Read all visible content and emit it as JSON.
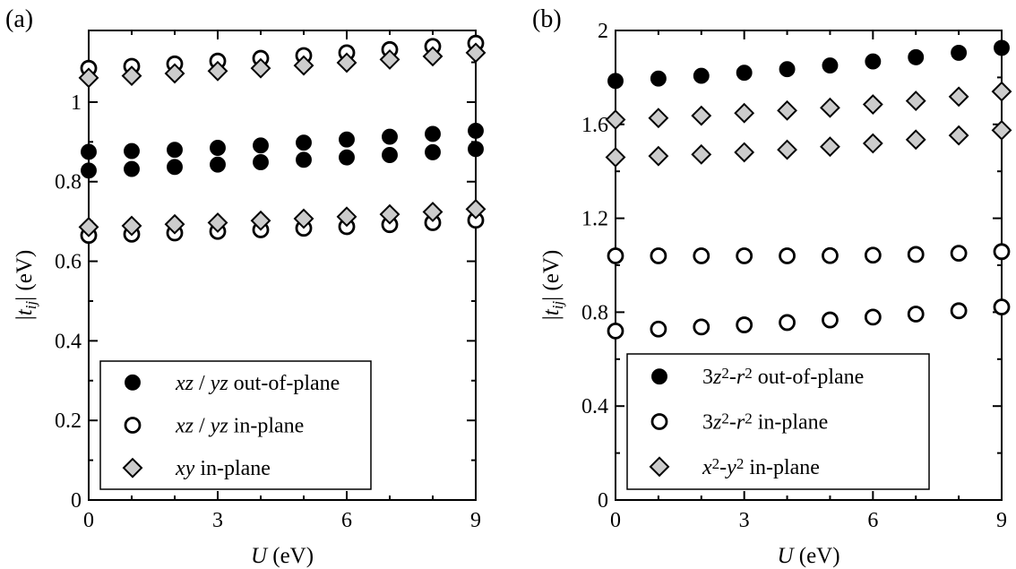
{
  "chart_data": [
    {
      "type": "scatter",
      "panel_label": "(a)",
      "xlabel": {
        "var": "U",
        "unit": " (eV)"
      },
      "ylabel": {
        "pre": "|",
        "var": "t",
        "sub": "ij",
        "post": "| (eV)"
      },
      "xlim": [
        0,
        9
      ],
      "ylim": [
        0,
        1.18
      ],
      "xticks": [
        0,
        3,
        6,
        9
      ],
      "yticks": [
        0,
        0.2,
        0.4,
        0.6,
        0.8,
        1
      ],
      "ytick_labels": [
        "0",
        "0.2",
        "0.4",
        "0.6",
        "0.8",
        "1"
      ],
      "legend_position": "bottom-left",
      "series": [
        {
          "marker": "filled-circle",
          "color": "#000000",
          "legend": [
            {
              "t": "xz",
              "i": true
            },
            {
              "t": " / ",
              "i": false
            },
            {
              "t": "yz",
              "i": true
            },
            {
              "t": " out-of-plane",
              "i": false
            }
          ],
          "x": [
            0,
            1,
            2,
            3,
            4,
            5,
            6,
            7,
            8,
            9
          ],
          "y": [
            0.875,
            0.877,
            0.88,
            0.885,
            0.891,
            0.898,
            0.906,
            0.913,
            0.92,
            0.928
          ]
        },
        {
          "marker": "filled-circle",
          "color": "#000000",
          "legend": null,
          "x": [
            0,
            1,
            2,
            3,
            4,
            5,
            6,
            7,
            8,
            9
          ],
          "y": [
            0.828,
            0.832,
            0.837,
            0.843,
            0.849,
            0.855,
            0.861,
            0.867,
            0.874,
            0.882
          ]
        },
        {
          "marker": "open-circle",
          "color": "#000000",
          "legend": [
            {
              "t": "xz",
              "i": true
            },
            {
              "t": " / ",
              "i": false
            },
            {
              "t": "yz",
              "i": true
            },
            {
              "t": " in-plane",
              "i": false
            }
          ],
          "x": [
            0,
            1,
            2,
            3,
            4,
            5,
            6,
            7,
            8,
            9
          ],
          "y": [
            1.085,
            1.09,
            1.096,
            1.103,
            1.11,
            1.117,
            1.124,
            1.132,
            1.14,
            1.148
          ]
        },
        {
          "marker": "open-circle",
          "color": "#000000",
          "legend": null,
          "x": [
            0,
            1,
            2,
            3,
            4,
            5,
            6,
            7,
            8,
            9
          ],
          "y": [
            0.665,
            0.668,
            0.671,
            0.675,
            0.679,
            0.683,
            0.687,
            0.692,
            0.697,
            0.703
          ]
        },
        {
          "marker": "gray-diamond",
          "color": "#cccccc",
          "legend": [
            {
              "t": "xy",
              "i": true
            },
            {
              "t": " in-plane",
              "i": false
            }
          ],
          "x": [
            0,
            1,
            2,
            3,
            4,
            5,
            6,
            7,
            8,
            9
          ],
          "y": [
            1.061,
            1.066,
            1.072,
            1.078,
            1.085,
            1.092,
            1.099,
            1.107,
            1.115,
            1.124
          ]
        },
        {
          "marker": "gray-diamond",
          "color": "#cccccc",
          "legend": null,
          "x": [
            0,
            1,
            2,
            3,
            4,
            5,
            6,
            7,
            8,
            9
          ],
          "y": [
            0.686,
            0.689,
            0.693,
            0.697,
            0.702,
            0.707,
            0.712,
            0.718,
            0.724,
            0.731
          ]
        }
      ]
    },
    {
      "type": "scatter",
      "panel_label": "(b)",
      "xlabel": {
        "var": "U",
        "unit": " (eV)"
      },
      "ylabel": {
        "pre": "|",
        "var": "t",
        "sub": "ij",
        "post": "| (eV)"
      },
      "xlim": [
        0,
        9
      ],
      "ylim": [
        0,
        2
      ],
      "xticks": [
        0,
        3,
        6,
        9
      ],
      "yticks": [
        0,
        0.4,
        0.8,
        1.2,
        1.6,
        2
      ],
      "ytick_labels": [
        "0",
        "0.4",
        "0.8",
        "1.2",
        "1.6",
        "2"
      ],
      "legend_position": "bottom-left",
      "series": [
        {
          "marker": "filled-circle",
          "color": "#000000",
          "legend": [
            {
              "t": "3",
              "i": false
            },
            {
              "t": "z",
              "i": true
            },
            {
              "t": "2",
              "i": false,
              "sup": true
            },
            {
              "t": "-",
              "i": false
            },
            {
              "t": "r",
              "i": true
            },
            {
              "t": "2",
              "i": false,
              "sup": true
            },
            {
              "t": " out-of-plane",
              "i": false
            }
          ],
          "x": [
            0,
            1,
            2,
            3,
            4,
            5,
            6,
            7,
            8,
            9
          ],
          "y": [
            1.785,
            1.795,
            1.807,
            1.82,
            1.835,
            1.851,
            1.868,
            1.886,
            1.905,
            1.926
          ]
        },
        {
          "marker": "open-circle",
          "color": "#000000",
          "legend": [
            {
              "t": "3",
              "i": false
            },
            {
              "t": "z",
              "i": true
            },
            {
              "t": "2",
              "i": false,
              "sup": true
            },
            {
              "t": "-",
              "i": false
            },
            {
              "t": "r",
              "i": true
            },
            {
              "t": "2",
              "i": false,
              "sup": true
            },
            {
              "t": " in-plane",
              "i": false
            }
          ],
          "x": [
            0,
            1,
            2,
            3,
            4,
            5,
            6,
            7,
            8,
            9
          ],
          "y": [
            1.04,
            1.04,
            1.04,
            1.04,
            1.04,
            1.041,
            1.043,
            1.046,
            1.051,
            1.058
          ]
        },
        {
          "marker": "open-circle",
          "color": "#000000",
          "legend": null,
          "x": [
            0,
            1,
            2,
            3,
            4,
            5,
            6,
            7,
            8,
            9
          ],
          "y": [
            0.72,
            0.728,
            0.737,
            0.746,
            0.756,
            0.767,
            0.779,
            0.792,
            0.806,
            0.822
          ]
        },
        {
          "marker": "gray-diamond",
          "color": "#cccccc",
          "legend": [
            {
              "t": "x",
              "i": true
            },
            {
              "t": "2",
              "i": false,
              "sup": true
            },
            {
              "t": "-",
              "i": false
            },
            {
              "t": "y",
              "i": true
            },
            {
              "t": "2",
              "i": false,
              "sup": true
            },
            {
              "t": " in-plane",
              "i": false
            }
          ],
          "x": [
            0,
            1,
            2,
            3,
            4,
            5,
            6,
            7,
            8,
            9
          ],
          "y": [
            1.62,
            1.627,
            1.637,
            1.648,
            1.659,
            1.671,
            1.685,
            1.7,
            1.718,
            1.74
          ]
        },
        {
          "marker": "gray-diamond",
          "color": "#cccccc",
          "legend": null,
          "x": [
            0,
            1,
            2,
            3,
            4,
            5,
            6,
            7,
            8,
            9
          ],
          "y": [
            1.46,
            1.465,
            1.472,
            1.481,
            1.492,
            1.505,
            1.519,
            1.535,
            1.553,
            1.575
          ]
        }
      ]
    }
  ]
}
